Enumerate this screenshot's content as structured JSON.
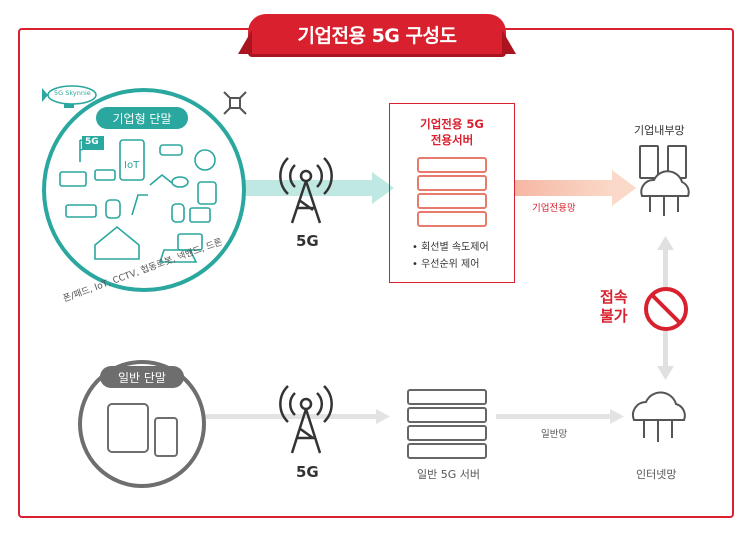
{
  "title": "기업전용 5G 구성도",
  "enterprise_terminal": {
    "label": "기업형 단말",
    "devices_caption": "폰/패드, IoT, CCTV, 협동로봇, 넥밴드, 드론",
    "blimp_text": "5G Skynnie",
    "iot_label": "IoT",
    "badge_5g": "5G"
  },
  "tower_top": {
    "label": "5G"
  },
  "enterprise_server": {
    "title_line1": "기업전용 5G",
    "title_line2": "전용서버",
    "bullets": [
      "회선별 속도제어",
      "우선순위 제어"
    ]
  },
  "enterprise_link_label": "기업전용망",
  "enterprise_internal": {
    "label": "기업내부망"
  },
  "no_access": {
    "line1": "접속",
    "line2": "불가"
  },
  "general_terminal": {
    "label": "일반 단말"
  },
  "tower_bottom": {
    "label": "5G"
  },
  "general_server": {
    "label": "일반 5G 서버"
  },
  "general_link_label": "일반망",
  "internet": {
    "label": "인터넷망"
  },
  "colors": {
    "accent": "#d8202e",
    "teal": "#25a59c",
    "gray": "#777777"
  }
}
